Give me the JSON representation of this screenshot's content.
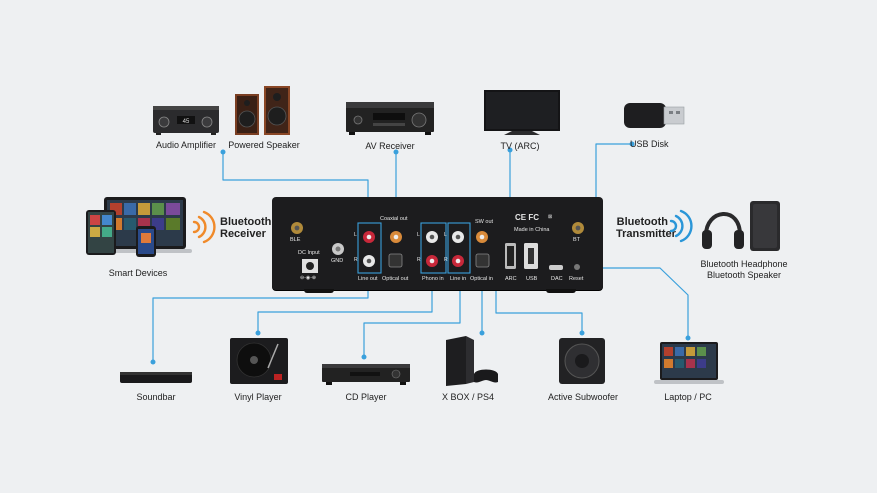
{
  "devices_top": {
    "audio_amplifier": "Audio Amplifier",
    "powered_speaker": "Powered Speaker",
    "av_receiver": "AV Receiver",
    "tv_arc": "TV (ARC)",
    "usb_disk": "USB Disk"
  },
  "side": {
    "smart_devices": "Smart Devices",
    "bt_receiver_line1": "Bluetooth",
    "bt_receiver_line2": "Receiver",
    "bt_transmitter_line1": "Bluetooth",
    "bt_transmitter_line2": "Transmitter",
    "bt_headphone_line1": "Bluetooth Headphone",
    "bt_headphone_line2": "Bluetooth Speaker"
  },
  "devices_bottom": {
    "soundbar": "Soundbar",
    "vinyl_player": "Vinyl Player",
    "cd_player": "CD Player",
    "xbox_ps4": "X BOX / PS4",
    "active_subwoofer": "Active Subwoofer",
    "laptop_pc": "Laptop / PC"
  },
  "panel": {
    "ble": "BLE",
    "dc_input": "DC Input",
    "gnd": "GND",
    "coaxial_out": "Coaxial out",
    "line_out": "Line out",
    "optical_out": "Optical out",
    "phono_in": "Phono in",
    "line_in": "Line in",
    "optical_in": "Optical in",
    "sw_out": "SW out",
    "ce_fcc": "CE FC",
    "made_in_china": "Made in China",
    "arc": "ARC",
    "usb": "USB",
    "dac": "DAC",
    "reset": "Reset",
    "bt": "BT",
    "amp_display": "45",
    "L": "L",
    "R": "R"
  },
  "colors": {
    "wire": "#3aa0dc",
    "bt_receiver_wave": "#f08a2a",
    "bt_transmitter_wave": "#2a96d8",
    "panel_body": "#1c1c1e",
    "background": "#eef0f2"
  }
}
